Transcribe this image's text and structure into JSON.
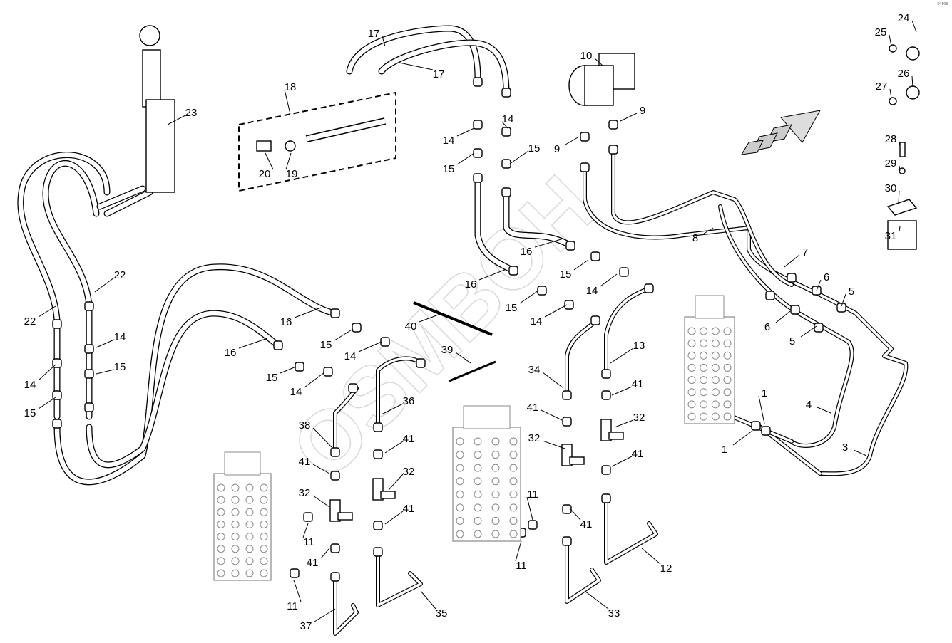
{
  "diagram": {
    "corner_code": "5⁰ 508",
    "watermark": "OSMBOH",
    "callouts": [
      "24",
      "25",
      "10",
      "26",
      "27",
      "17",
      "17",
      "18",
      "23",
      "14",
      "9",
      "14",
      "15",
      "9",
      "15",
      "20",
      "19",
      "28",
      "29",
      "30",
      "31",
      "8",
      "7",
      "16",
      "15",
      "6",
      "5",
      "22",
      "16",
      "14",
      "15",
      "40",
      "14",
      "6",
      "5",
      "22",
      "16",
      "14",
      "15",
      "14",
      "39",
      "13",
      "15",
      "16",
      "15",
      "14",
      "34",
      "41",
      "1",
      "4",
      "36",
      "41",
      "32",
      "14",
      "15",
      "38",
      "41",
      "32",
      "1",
      "3",
      "41",
      "41",
      "32",
      "32",
      "11",
      "41",
      "41",
      "11",
      "41",
      "11",
      "12",
      "11",
      "35",
      "33",
      "37"
    ]
  }
}
